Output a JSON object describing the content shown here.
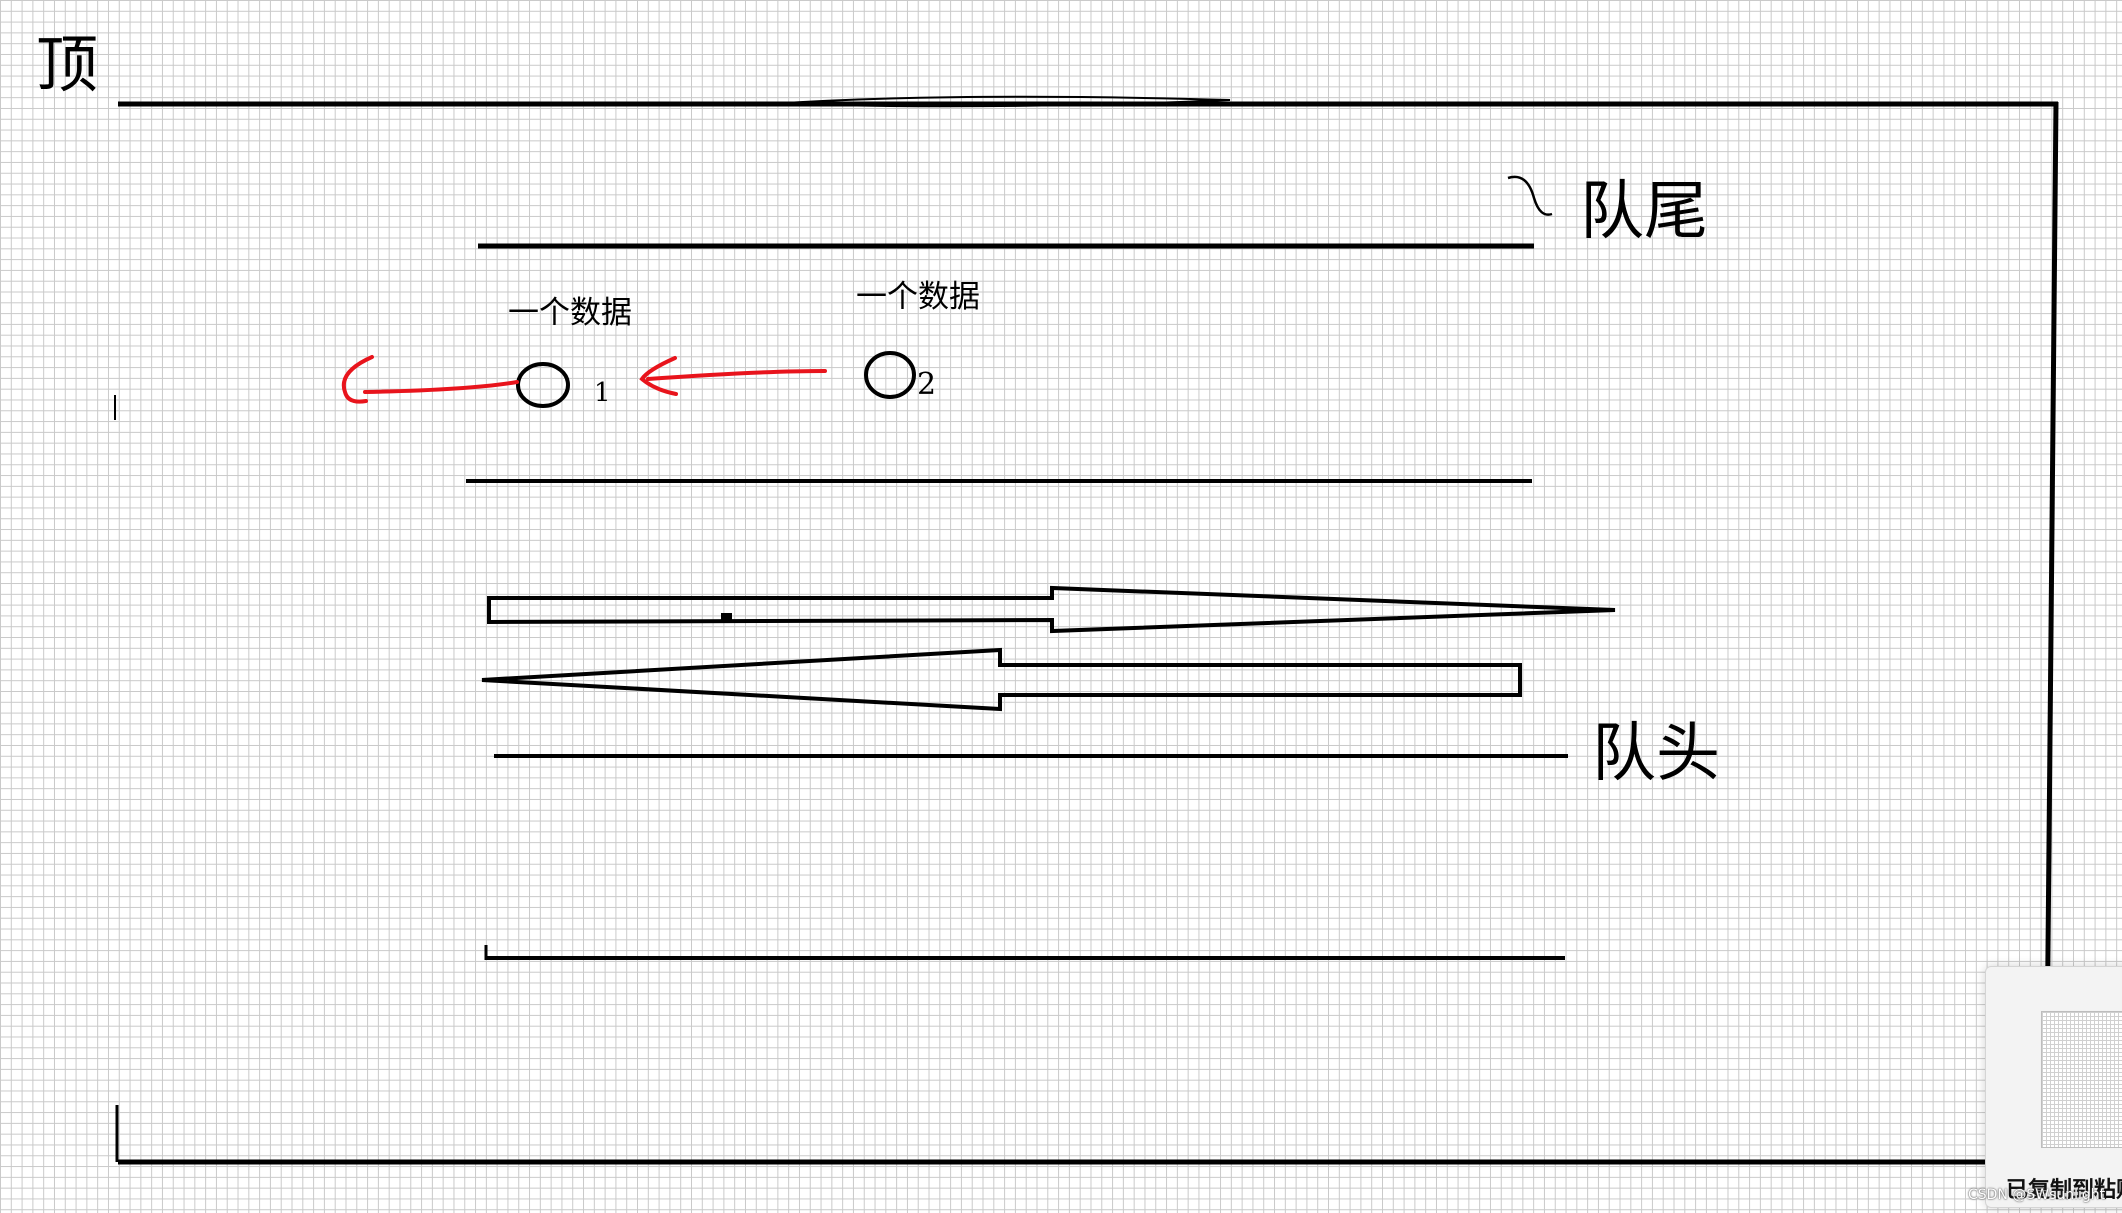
{
  "labels": {
    "top": "顶",
    "tail": "队尾",
    "head": "队头",
    "data_1": "一个数据",
    "data_2": "一个数据",
    "num_1": "1",
    "num_2": "2"
  },
  "paste_notification": {
    "text": "已复制到粘贴板"
  },
  "watermark": "CSDN @SWsunlight",
  "colors": {
    "ink": "#000000",
    "red_arrow": "#e8141c",
    "grid": "#c9c9c9"
  }
}
